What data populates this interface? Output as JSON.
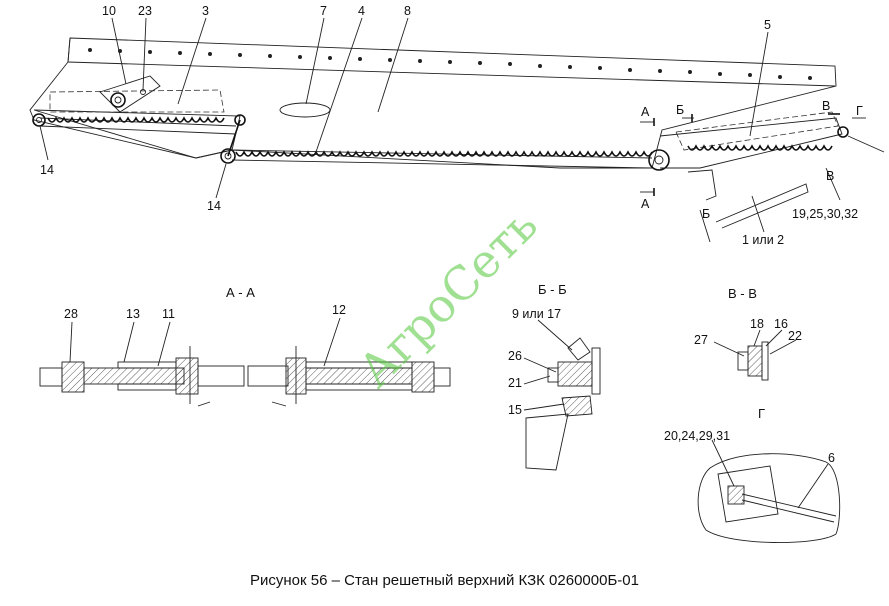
{
  "caption": "Рисунок 56 – Стан решетный верхний КЗК 0260000Б-01",
  "watermark": "АгроСеть",
  "main_view": {
    "callouts": [
      "10",
      "23",
      "3",
      "7",
      "4",
      "8",
      "5",
      "14",
      "14",
      "19,25,30,32",
      "1 или 2"
    ],
    "section_marks": [
      "А",
      "А",
      "Б",
      "Б",
      "В",
      "В",
      "Г"
    ]
  },
  "section_aa": {
    "title": "А - А",
    "callouts": [
      "28",
      "13",
      "11",
      "12"
    ]
  },
  "section_bb": {
    "title": "Б - Б",
    "callouts": [
      "9 или 17",
      "26",
      "21",
      "15"
    ]
  },
  "section_vv": {
    "title": "В - В",
    "callouts": [
      "27",
      "18",
      "16",
      "22"
    ]
  },
  "view_g": {
    "title": "Г",
    "callouts": [
      "20,24,29,31",
      "6"
    ]
  }
}
